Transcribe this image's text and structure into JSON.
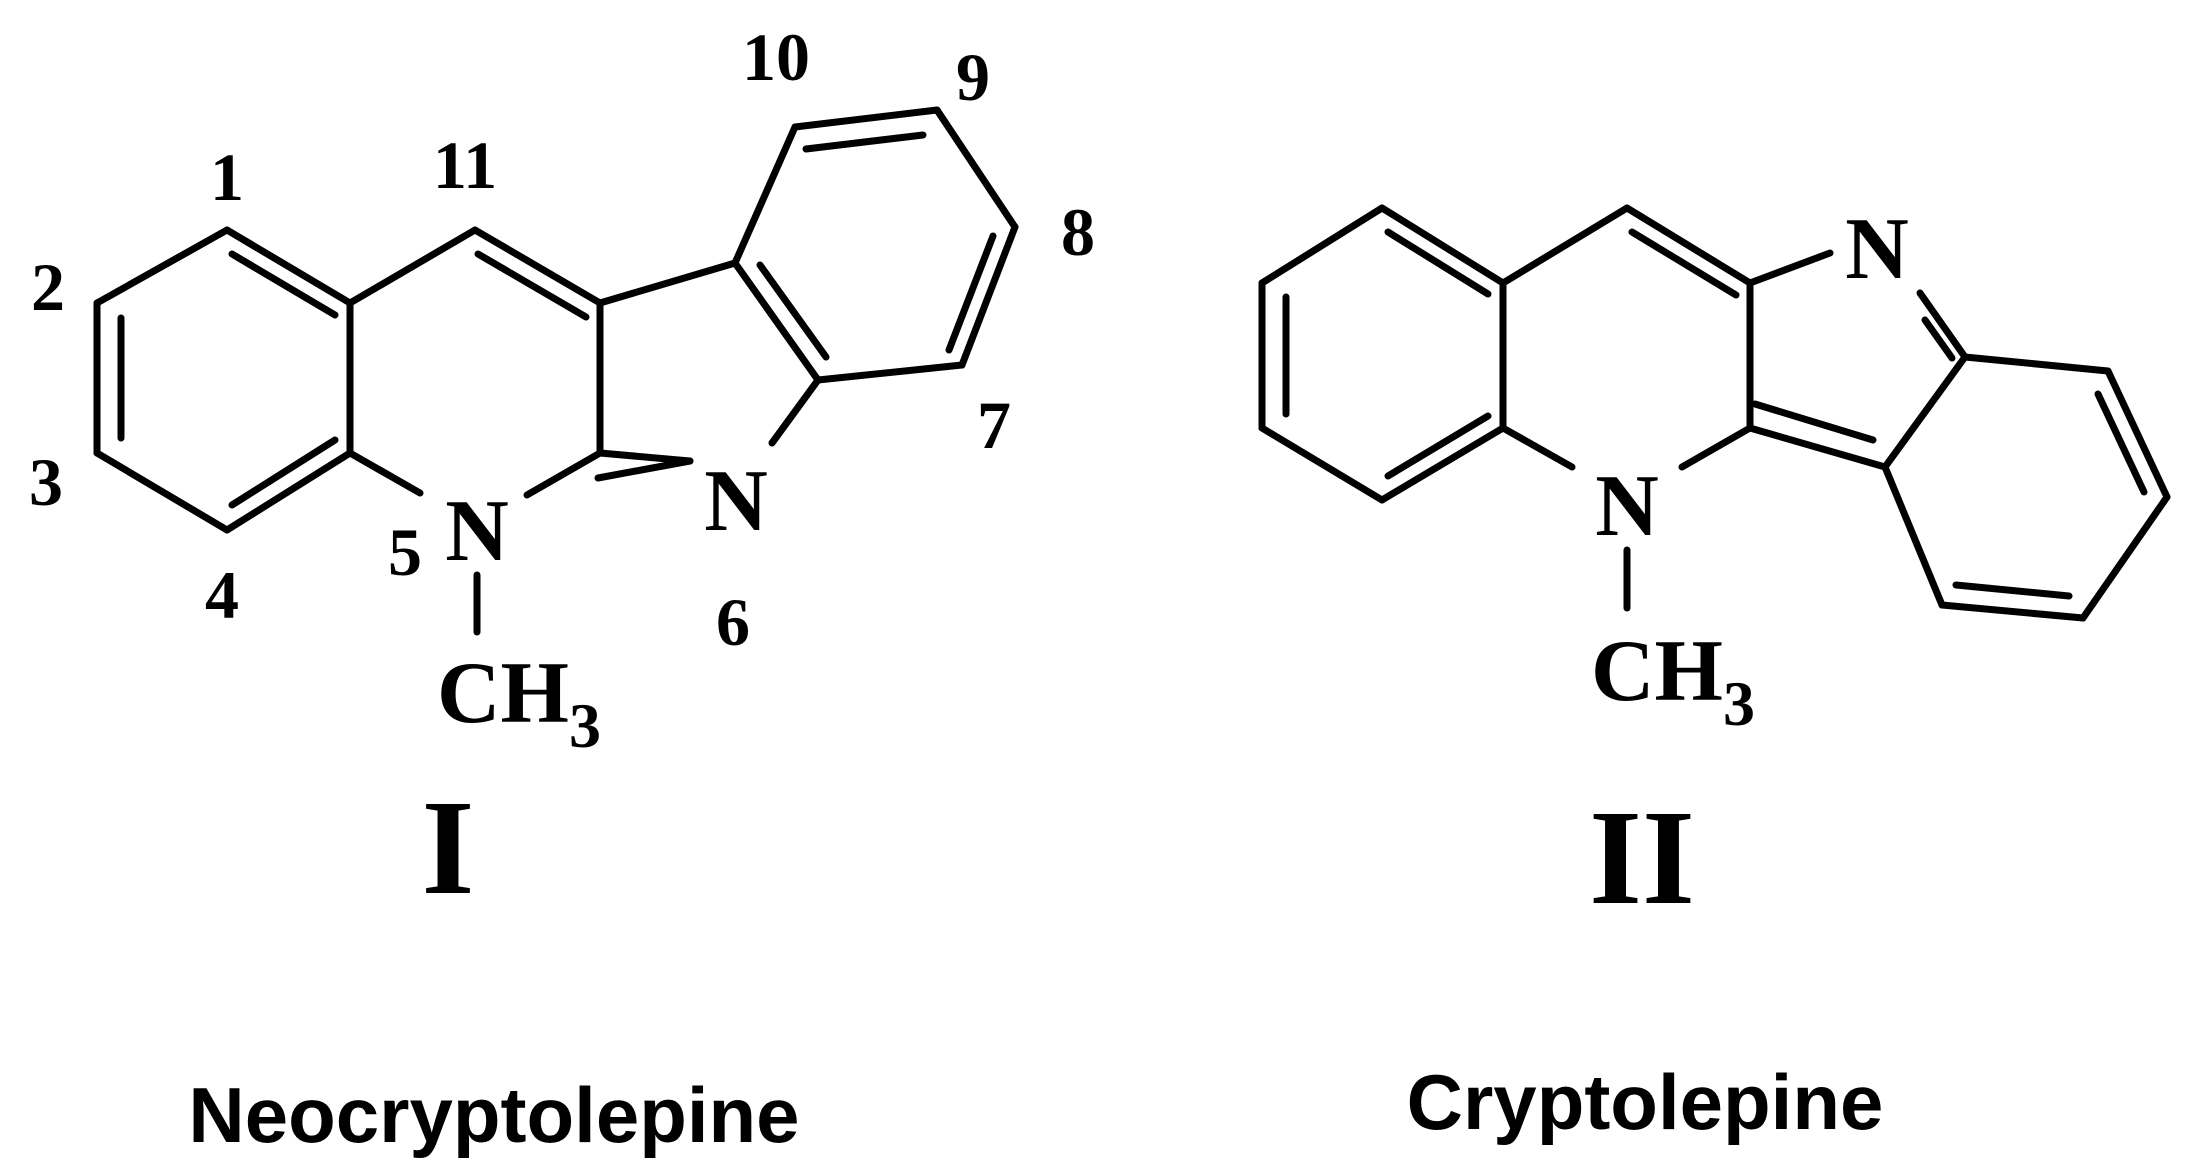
{
  "compound_I": {
    "atoms": {
      "n5": "N",
      "n6": "N",
      "methyl_c": "CH",
      "methyl_sub": "3"
    },
    "locants": [
      "1",
      "2",
      "3",
      "4",
      "5",
      "6",
      "7",
      "8",
      "9",
      "10",
      "11"
    ],
    "numeral": "I",
    "name": "Neocryptolepine"
  },
  "compound_II": {
    "atoms": {
      "n_top": "N",
      "n_bottom": "N",
      "methyl_c": "CH",
      "methyl_sub": "3"
    },
    "numeral": "II",
    "name": "Cryptolepine"
  }
}
